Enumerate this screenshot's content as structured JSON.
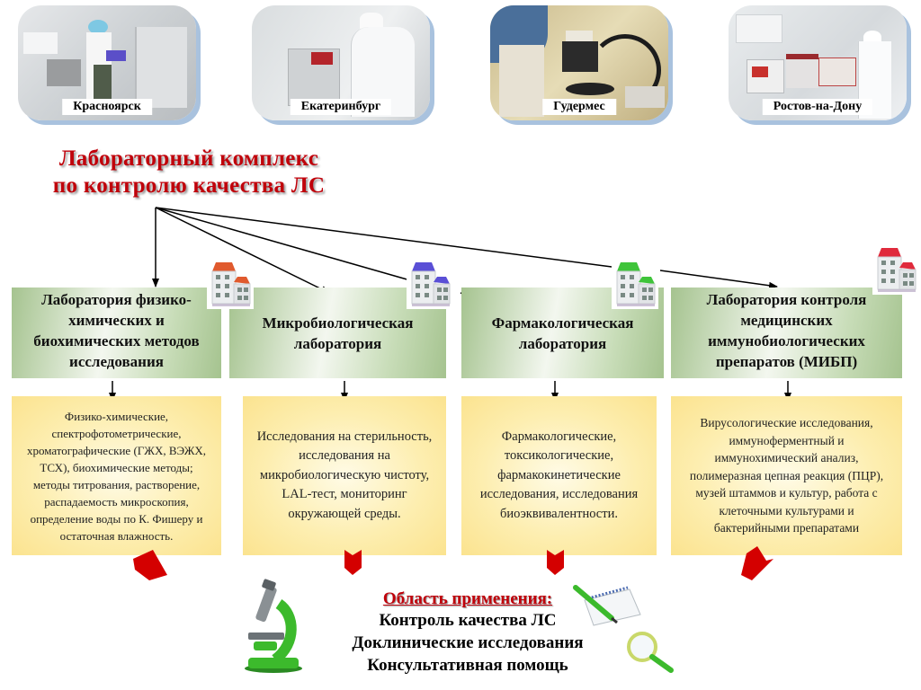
{
  "photos": [
    {
      "caption": "Красноярск"
    },
    {
      "caption": "Екатеринбург"
    },
    {
      "caption": "Гудермес"
    },
    {
      "caption": "Ростов-на-Дону"
    }
  ],
  "title": {
    "line1": "Лабораторный комплекс",
    "line2": "по контролю качества ЛС"
  },
  "labs": [
    {
      "name": "Лаборатория физико-химических и биохимических методов исследования",
      "house_color": "#e05a2e",
      "description": "Физико-химические, спектрофотометрические, хроматографические (ГЖХ, ВЭЖХ, ТСХ), биохимические методы; методы титрования, растворение, распадаемость микроскопия, определение воды по К. Фишеру и остаточная влажность."
    },
    {
      "name": "Микробиологическая лаборатория",
      "house_color": "#5a4fd6",
      "description": "Исследования на стерильность, исследования на микробиологическую чистоту, LAL-тест, мониторинг окружающей среды."
    },
    {
      "name": "Фармакологическая лаборатория",
      "house_color": "#3fc43a",
      "description": "Фармакологические, токсикологические, фармакокинетические исследования, исследования биоэквивалентности."
    },
    {
      "name": "Лаборатория контроля медицинских иммунобиологических препаратов (МИБП)",
      "house_color": "#e02a3c",
      "description": "Вирусологические исследования, иммуноферментный и иммунохимический анализ, полимеразная цепная реакция (ПЦР), музей штаммов и культур, работа с клеточными культурами и бактерийными препаратами"
    }
  ],
  "scope": {
    "title": "Область применения:",
    "items": [
      "Контроль качества ЛС",
      "Доклинические исследования",
      "Консультативная помощь"
    ]
  },
  "colors": {
    "title_red": "#c0000a",
    "lab_green": "#a5c38f",
    "desc_yellow": "#fbe38f",
    "arrow_red": "#d40000"
  }
}
